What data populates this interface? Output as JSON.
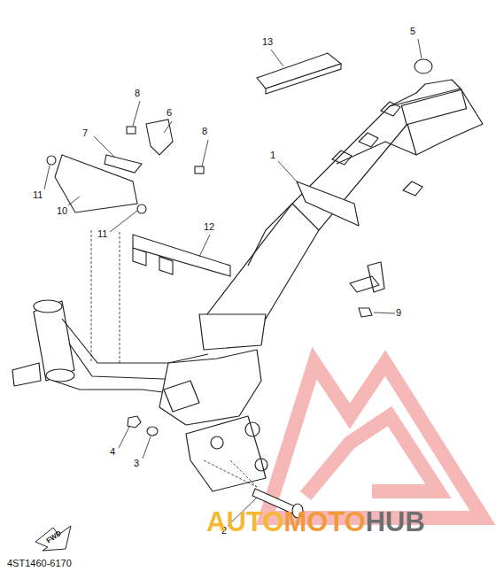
{
  "diagram": {
    "labels": [
      "13",
      "5",
      "8",
      "6",
      "8",
      "7",
      "11",
      "10",
      "11",
      "1",
      "12",
      "9",
      "4",
      "3",
      "2",
      "FWD",
      "4ST1460-6170",
      "AUTOMOTOHUB"
    ]
  }
}
